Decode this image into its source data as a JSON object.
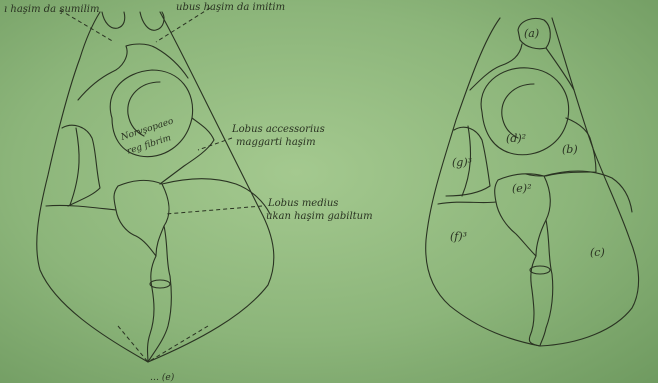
{
  "left_diagram": {
    "labels": {
      "top_left": "ı haşim da şumilim",
      "top_right": "ubus haşim da imitim",
      "center_circle_line1": "Norvşopaeo",
      "center_circle_line2": "reg fibrim",
      "accessorius_line1": "Lobus accessorius",
      "accessorius_line2": "maggarti haşim",
      "medius_line1": "Lobus medius",
      "medius_line2": "ukan haşim gabiltum",
      "bottom": "… (e)"
    }
  },
  "right_diagram": {
    "labels": {
      "a": "(a)",
      "b": "(b)",
      "c": "(c)",
      "d": "(d)²",
      "e": "(e)²",
      "f": "(f)³",
      "g": "(g)³"
    }
  }
}
